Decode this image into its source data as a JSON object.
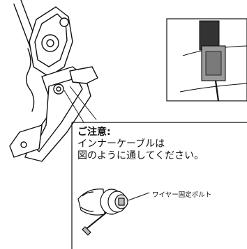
{
  "note": {
    "title": "ご注意:",
    "line1": "インナーケーブルは",
    "line2": "図のように通してください。"
  },
  "callout": {
    "label": "ワイヤー固定ボルト"
  }
}
